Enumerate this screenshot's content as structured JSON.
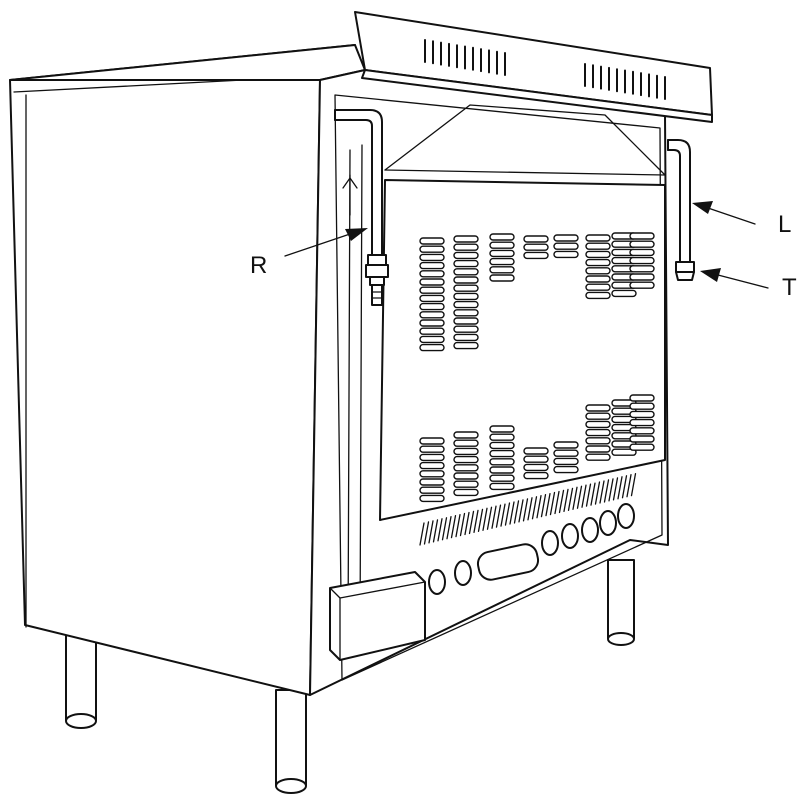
{
  "labels": {
    "R": "R",
    "L": "L",
    "T": "T"
  }
}
